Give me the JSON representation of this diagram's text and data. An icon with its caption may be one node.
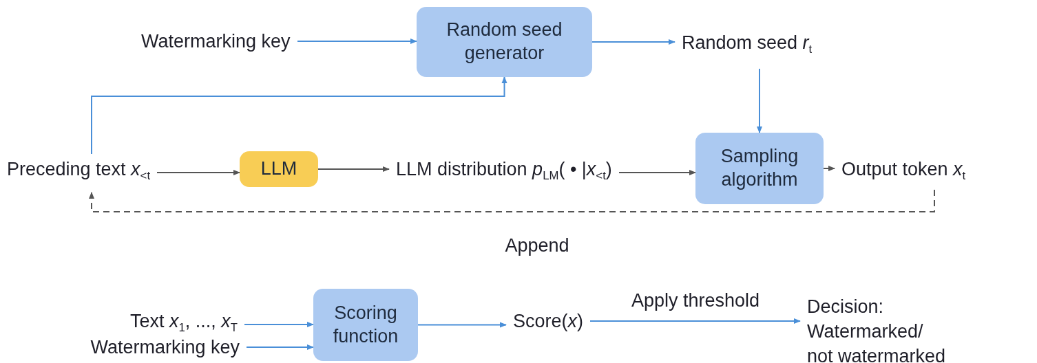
{
  "diagram": {
    "nodes": [
      {
        "text": [
          "Watermarking key"
        ]
      },
      {
        "text": [
          "Random seed generator"
        ]
      },
      {
        "text": [
          "Random seed *r*$_{t}$"
        ]
      },
      {
        "text": [
          "Preceding text *x*$_{<t}$"
        ]
      },
      {
        "text": [
          "LLM"
        ]
      },
      {
        "text": [
          "LLM distribution *p*$_{LM}$( • |*x*$_{<t}$)"
        ]
      },
      {
        "text": [
          "Sampling algorithm"
        ]
      },
      {
        "text": [
          "Output token *x*$_{t}$"
        ]
      },
      {
        "text": [
          "Text *x*$_{1}$, ..., *x*$_{T}$"
        ]
      },
      {
        "text": [
          "Watermarking key"
        ]
      },
      {
        "text": [
          "Scoring function"
        ]
      },
      {
        "text": [
          "Score(*x*)"
        ]
      },
      {
        "text": [
          "Decision: Watermarked/ not watermarked"
        ]
      }
    ],
    "edges": [
      {
        "from": 0,
        "to": 1,
        "arrow": "to"
      },
      {
        "from": 1,
        "to": 2,
        "arrow": "to"
      },
      {
        "from": 2,
        "to": 6,
        "arrow": "to"
      },
      {
        "from": 3,
        "to": 1,
        "arrow": "to"
      },
      {
        "from": 3,
        "to": 4,
        "arrow": "to",
        "color": "#555555"
      },
      {
        "from": 4,
        "to": 5,
        "arrow": "to",
        "color": "#555555"
      },
      {
        "from": 5,
        "to": 6,
        "arrow": "to",
        "color": "#555555"
      },
      {
        "from": 6,
        "to": 7,
        "arrow": "to",
        "color": "#555555"
      },
      {
        "from": 7,
        "to": 3,
        "arrow": "to",
        "label": "Append",
        "style": "dashed",
        "color": "#555555"
      },
      {
        "from": 8,
        "to": 10,
        "arrow": "to"
      },
      {
        "from": 9,
        "to": 10,
        "arrow": "to"
      },
      {
        "from": 10,
        "to": 11,
        "arrow": "to"
      },
      {
        "from": 11,
        "to": 12,
        "arrow": "to",
        "label": "Apply threshold"
      }
    ]
  }
}
